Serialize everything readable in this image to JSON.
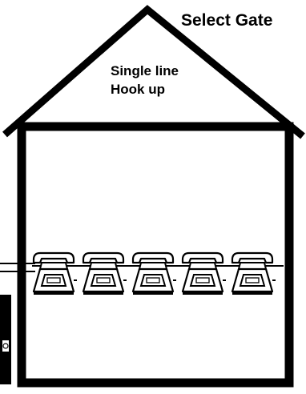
{
  "diagram": {
    "title": "Select Gate",
    "hookup_label_line1": "Single line",
    "hookup_label_line2": "Hook up",
    "phone_count": 5,
    "colors": {
      "ink": "#000000",
      "background": "#ffffff"
    },
    "icons": [
      "house-outline",
      "telephone-icon",
      "wall-jack-box",
      "incoming-phone-line"
    ]
  }
}
